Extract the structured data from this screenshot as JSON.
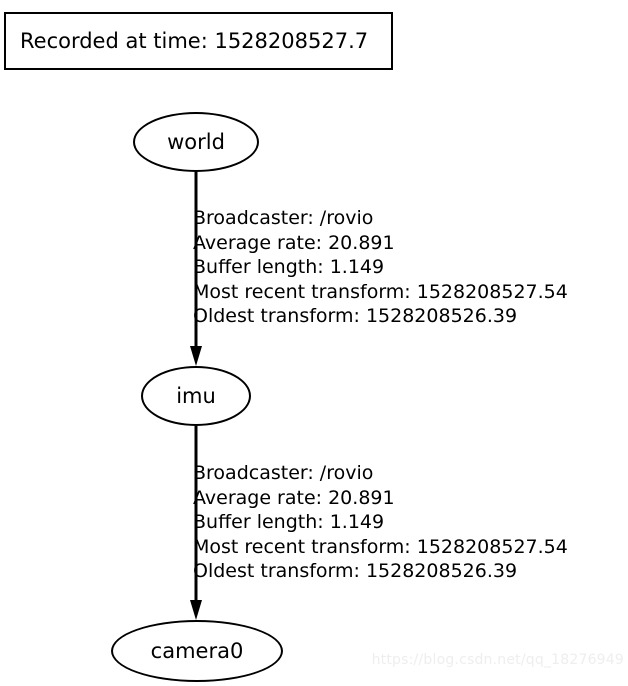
{
  "title": {
    "text": "Recorded at time: 1528208527.7"
  },
  "graph": {
    "nodes": [
      {
        "id": "world",
        "label": "world"
      },
      {
        "id": "imu",
        "label": "imu"
      },
      {
        "id": "camera0",
        "label": "camera0"
      }
    ],
    "edges": [
      {
        "from": "world",
        "to": "imu",
        "lines": [
          "Broadcaster: /rovio",
          "Average rate: 20.891",
          "Buffer length: 1.149",
          "Most recent transform: 1528208527.54",
          "Oldest transform: 1528208526.39"
        ]
      },
      {
        "from": "imu",
        "to": "camera0",
        "lines": [
          "Broadcaster: /rovio",
          "Average rate: 20.891",
          "Buffer length: 1.149",
          "Most recent transform: 1528208527.54",
          "Oldest transform: 1528208526.39"
        ]
      }
    ]
  },
  "watermark": {
    "text": "https://blog.csdn.net/qq_18276949"
  },
  "colors": {
    "background": "#ffffff",
    "stroke": "#000000",
    "text": "#000000",
    "watermark": "#eeeeee"
  }
}
